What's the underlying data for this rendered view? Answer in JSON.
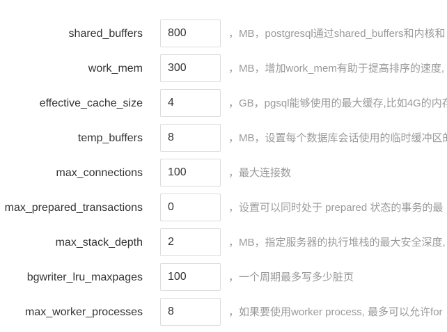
{
  "settings": [
    {
      "label": "shared_buffers",
      "value": "800",
      "hint": "，MB，postgresql通过shared_buffers和内核和"
    },
    {
      "label": "work_mem",
      "value": "300",
      "hint": "，MB，增加work_mem有助于提高排序的速度,"
    },
    {
      "label": "effective_cache_size",
      "value": "4",
      "hint": "，GB，pgsql能够使用的最大缓存,比如4G的内存"
    },
    {
      "label": "temp_buffers",
      "value": "8",
      "hint": "，MB，设置每个数据库会话使用的临时缓冲区的"
    },
    {
      "label": "max_connections",
      "value": "100",
      "hint": "，最大连接数"
    },
    {
      "label": "max_prepared_transactions",
      "value": "0",
      "hint": "，设置可以同时处于 prepared 状态的事务的最"
    },
    {
      "label": "max_stack_depth",
      "value": "2",
      "hint": "，MB，指定服务器的执行堆栈的最大安全深度,"
    },
    {
      "label": "bgwriter_lru_maxpages",
      "value": "100",
      "hint": "，一个周期最多写多少脏页"
    },
    {
      "label": "max_worker_processes",
      "value": "8",
      "hint": "，如果要使用worker process, 最多可以允许for"
    }
  ]
}
